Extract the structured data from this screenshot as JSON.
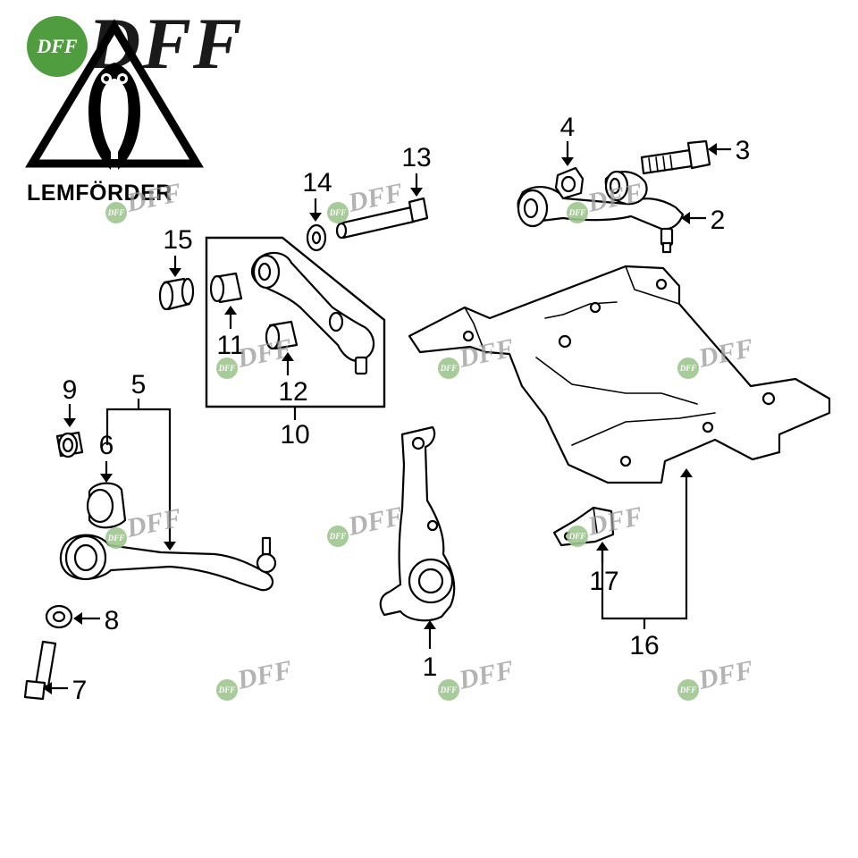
{
  "brand": {
    "logo_text": "DFF",
    "badge_text": "DFF",
    "maker": "LEMFÖRDER"
  },
  "watermark": {
    "text": "DFF"
  },
  "callouts": [
    {
      "id": "1",
      "label": "1"
    },
    {
      "id": "2",
      "label": "2"
    },
    {
      "id": "3",
      "label": "3"
    },
    {
      "id": "4",
      "label": "4"
    },
    {
      "id": "5",
      "label": "5"
    },
    {
      "id": "6",
      "label": "6"
    },
    {
      "id": "7",
      "label": "7"
    },
    {
      "id": "8",
      "label": "8"
    },
    {
      "id": "9",
      "label": "9"
    },
    {
      "id": "10",
      "label": "10"
    },
    {
      "id": "11",
      "label": "11"
    },
    {
      "id": "12",
      "label": "12"
    },
    {
      "id": "13",
      "label": "13"
    },
    {
      "id": "14",
      "label": "14"
    },
    {
      "id": "15",
      "label": "15"
    },
    {
      "id": "16",
      "label": "16"
    },
    {
      "id": "17",
      "label": "17"
    }
  ],
  "colors": {
    "badge_green": "#4f9d3e",
    "line": "#000000",
    "background": "#ffffff"
  }
}
